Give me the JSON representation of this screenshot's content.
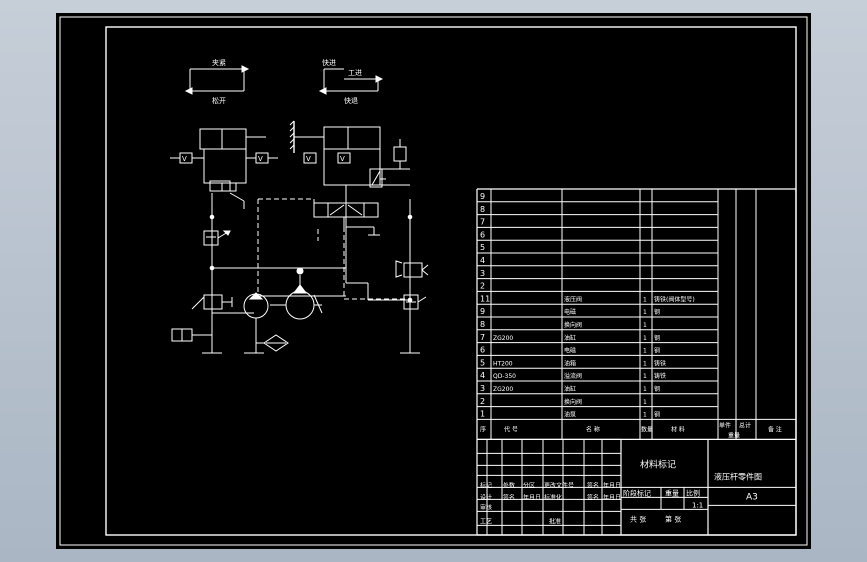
{
  "diagram": {
    "clamp_cycle": {
      "top": "夹紧",
      "bottom": "松开"
    },
    "feed_cycle": {
      "left": "快进",
      "mid": "工进",
      "bottom": "快退"
    }
  },
  "title_block": {
    "parts_rows": [
      {
        "no": "9",
        "code": "",
        "name": "",
        "qty": "",
        "material": ""
      },
      {
        "no": "8",
        "code": "",
        "name": "",
        "qty": "",
        "material": ""
      },
      {
        "no": "7",
        "code": "",
        "name": "",
        "qty": "",
        "material": ""
      },
      {
        "no": "6",
        "code": "",
        "name": "",
        "qty": "",
        "material": ""
      },
      {
        "no": "5",
        "code": "",
        "name": "",
        "qty": "",
        "material": ""
      },
      {
        "no": "4",
        "code": "",
        "name": "",
        "qty": "",
        "material": ""
      },
      {
        "no": "3",
        "code": "",
        "name": "",
        "qty": "",
        "material": ""
      },
      {
        "no": "2",
        "code": "",
        "name": "",
        "qty": "",
        "material": ""
      },
      {
        "no": "11",
        "code": "",
        "name": "液压阀",
        "qty": "1",
        "material": "铸铁(阀体型号)"
      },
      {
        "no": "9",
        "code": "",
        "name": "电磁",
        "qty": "1",
        "material": "钢"
      },
      {
        "no": "8",
        "code": "",
        "name": "换向阀",
        "qty": "1",
        "material": ""
      },
      {
        "no": "7",
        "code": "ZG200",
        "name": "油缸",
        "qty": "1",
        "material": "钢"
      },
      {
        "no": "6",
        "code": "",
        "name": "电磁",
        "qty": "1",
        "material": "钢"
      },
      {
        "no": "5",
        "code": "HT200",
        "name": "油箱",
        "qty": "1",
        "material": "铸铁"
      },
      {
        "no": "4",
        "code": "QD-350",
        "name": "溢流阀",
        "qty": "1",
        "material": "铸铁"
      },
      {
        "no": "3",
        "code": "ZG200",
        "name": "油缸",
        "qty": "1",
        "material": "钢"
      },
      {
        "no": "2",
        "code": "",
        "name": "换向阀",
        "qty": "1",
        "material": ""
      },
      {
        "no": "1",
        "code": "",
        "name": "油泵",
        "qty": "1",
        "material": "钢"
      }
    ],
    "header": {
      "no": "序",
      "code": "代  号",
      "name": "名  称",
      "qty": "数量",
      "material": "材  料",
      "unit_w": "单件",
      "total_w": "总计",
      "weight": "重量",
      "remark": "备  注"
    },
    "material_mark": "材料标记",
    "drawing_title": "液压杆零件图",
    "paper": "A3",
    "rev_row": [
      "标记",
      "处数",
      "分区",
      "更改文件号",
      "签名",
      "年月日"
    ],
    "sign_row": [
      "设计",
      "签名",
      "年月日",
      "标准化",
      "签名",
      "年月日"
    ],
    "stage_label": "阶段标记",
    "weight_label": "重量",
    "scale_label": "比例",
    "scale_value": "1:1",
    "check": "审核",
    "process": "工艺",
    "approve": "批准",
    "sheets": "共  张",
    "sheet_no": "第  张"
  }
}
